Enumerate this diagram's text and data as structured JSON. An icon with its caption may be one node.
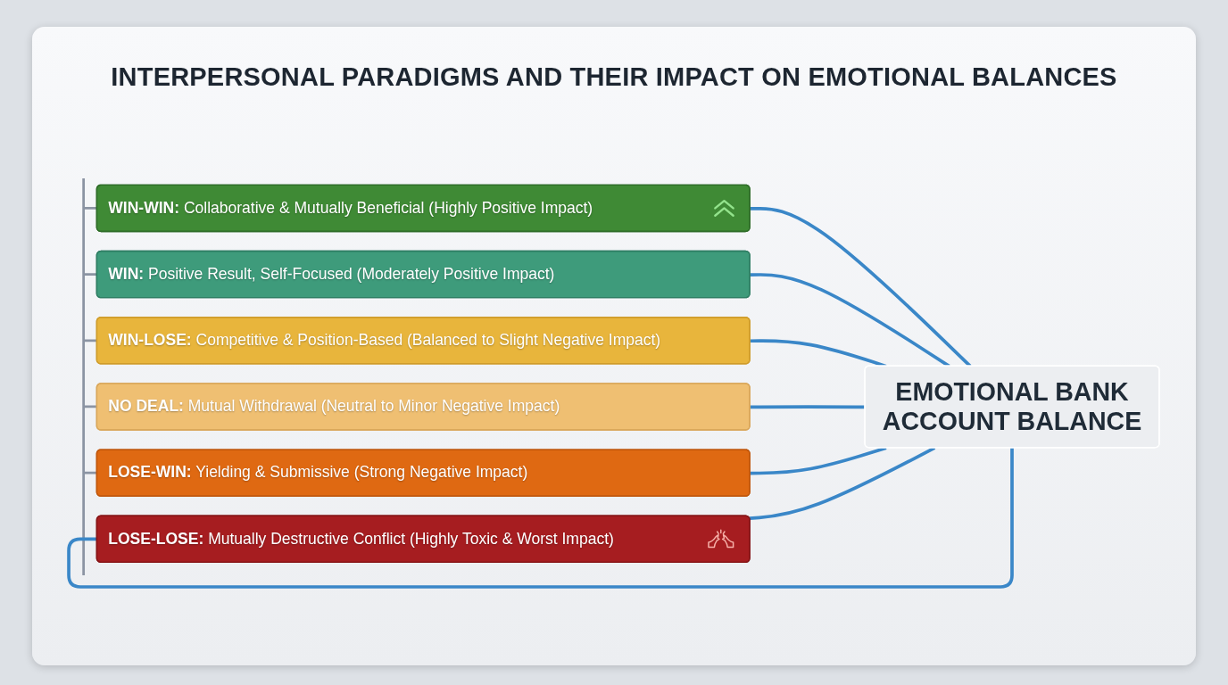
{
  "diagram": {
    "title": "INTERPERSONAL PARADIGMS AND THEIR IMPACT ON EMOTIONAL BALANCES",
    "nodes": [
      {
        "text": [
          "**WIN-WIN:** Collaborative & Mutually Beneficial (Highly Positive Impact)"
        ]
      },
      {
        "text": [
          "**WIN:** Positive Result, Self-Focused (Moderately Positive Impact)"
        ]
      },
      {
        "text": [
          "**WIN-LOSE:** Competitive & Position-Based (Balanced to Slight Negative Impact)"
        ]
      },
      {
        "text": [
          "**NO DEAL:** Mutual Withdrawal (Neutral to Minor Negative Impact)"
        ]
      },
      {
        "text": [
          "**LOSE-WIN:** Yielding & Submissive (Strong Negative Impact)"
        ]
      },
      {
        "text": [
          "**LOSE-LOSE:** Mutually Destructive Conflict (Highly Toxic & Worst Impact)"
        ]
      },
      {
        "text": [
          "EMOTIONAL BANK ACCOUNT BALANCE"
        ]
      }
    ],
    "edges": [
      {
        "from": 0,
        "to": 6,
        "arrow": "none"
      },
      {
        "from": 1,
        "to": 6,
        "arrow": "none"
      },
      {
        "from": 2,
        "to": 6,
        "arrow": "none"
      },
      {
        "from": 3,
        "to": 6,
        "arrow": "none"
      },
      {
        "from": 4,
        "to": 6,
        "arrow": "none"
      },
      {
        "from": 5,
        "to": 6,
        "arrow": "none"
      },
      {
        "from": 5,
        "to": 6,
        "arrow": "none"
      }
    ]
  }
}
